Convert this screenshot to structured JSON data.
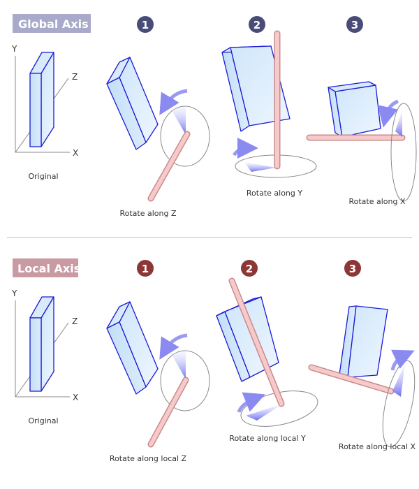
{
  "global_section": {
    "title": "Global Axis",
    "badges": [
      "1",
      "2",
      "3"
    ],
    "original": {
      "label": "Original",
      "axes": {
        "x": "X",
        "y": "Y",
        "z": "Z"
      }
    },
    "captions": [
      "Rotate along Z",
      "Rotate along Y",
      "Rotate along X"
    ]
  },
  "local_section": {
    "title": "Local Axis",
    "badges": [
      "1",
      "2",
      "3"
    ],
    "original": {
      "label": "Original",
      "axes": {
        "x": "X",
        "y": "Y",
        "z": "Z"
      }
    },
    "captions": [
      "Rotate along local Z",
      "Rotate along local Y",
      "Rotate along local X"
    ]
  },
  "colors": {
    "global_title_bg": "#a9aacb",
    "global_badge": "#4a4c78",
    "local_title_bg": "#c99aa2",
    "local_badge": "#8c3636",
    "box_stroke": "#1a1ad6"
  }
}
